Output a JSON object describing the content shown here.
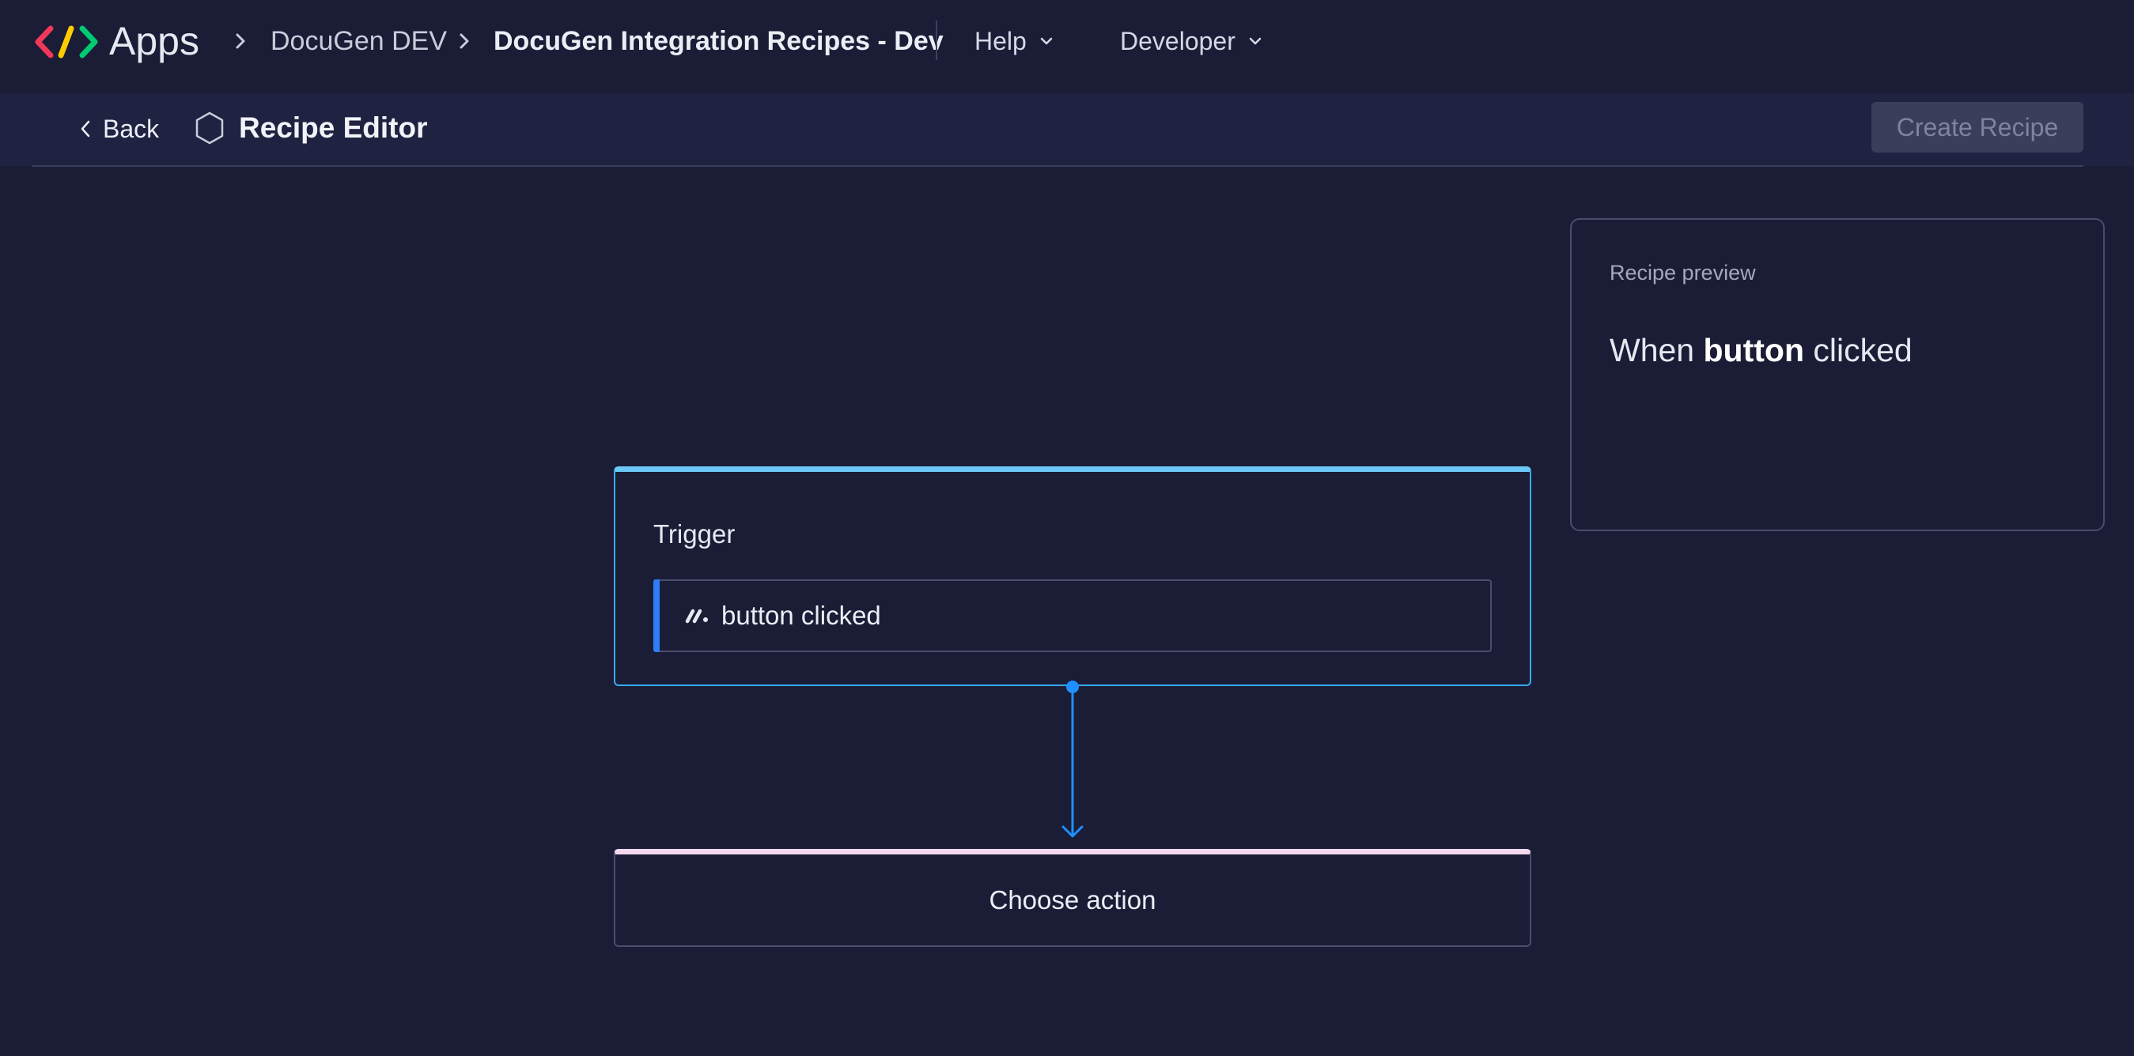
{
  "topbar": {
    "apps_label": "Apps",
    "breadcrumbs": [
      "DocuGen DEV",
      "DocuGen Integration Recipes - Dev"
    ],
    "menus": [
      "Help",
      "Developer"
    ]
  },
  "subbar": {
    "back_label": "Back",
    "title": "Recipe Editor",
    "create_label": "Create Recipe"
  },
  "preview": {
    "label": "Recipe preview",
    "text_prefix": "When",
    "text_bold": "button",
    "text_suffix": "clicked"
  },
  "trigger": {
    "label": "Trigger",
    "item_label": "button clicked"
  },
  "action": {
    "label": "Choose action"
  },
  "colors": {
    "background": "#1b1d36",
    "trigger_accent": "#6cc9f7",
    "connector": "#1e90ff",
    "action_accent": "#f5d9ef"
  }
}
